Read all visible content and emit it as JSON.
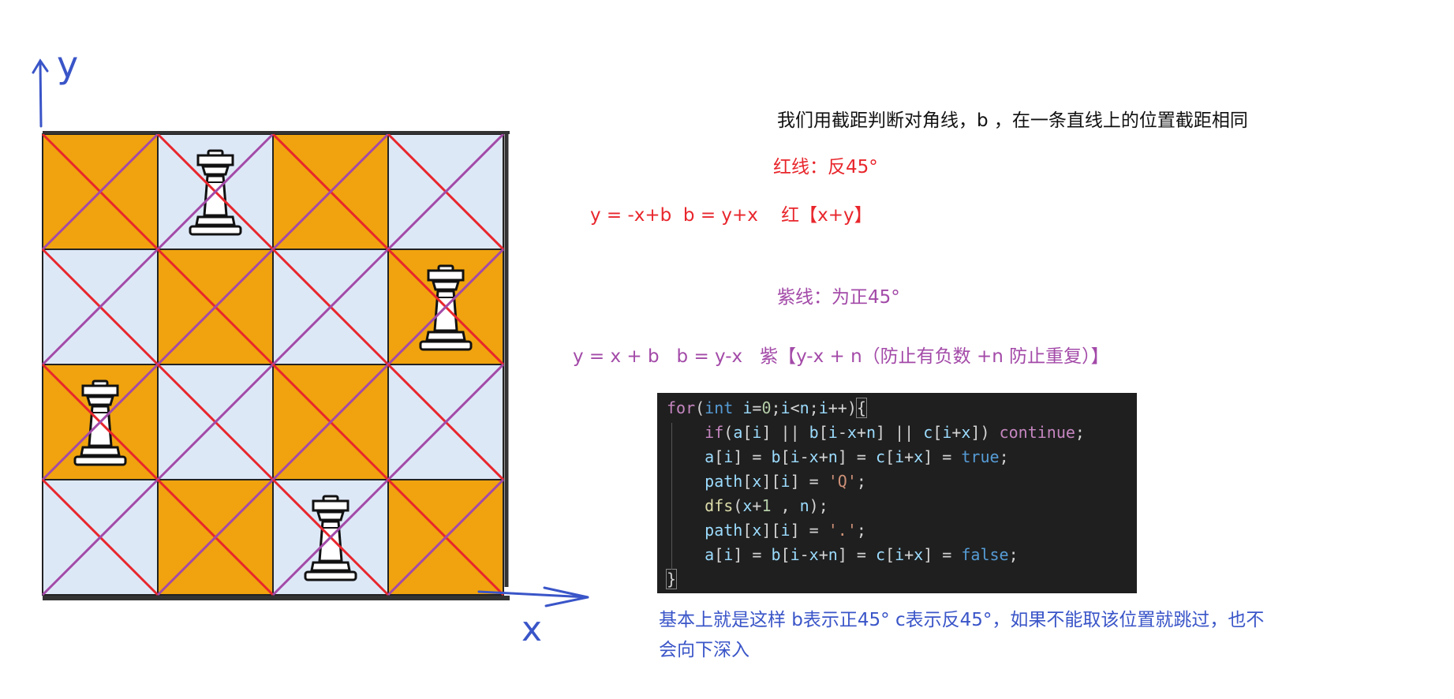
{
  "axes": {
    "y_label": "y",
    "x_label": "x"
  },
  "board": {
    "size": 4,
    "dark_color": "#f0a30e",
    "light_color": "#dde8f7",
    "queens": [
      {
        "row": 0,
        "col": 1
      },
      {
        "row": 1,
        "col": 3
      },
      {
        "row": 2,
        "col": 0
      },
      {
        "row": 3,
        "col": 2
      }
    ],
    "anti_diagonal_color": "#e8262c",
    "main_diagonal_color": "#a34aa8"
  },
  "notes": {
    "heading": "我们用截距判断对角线，b ，在一条直线上的位置截距相同",
    "red_title": "红线：反45°",
    "red_formula": "y = -x+b  b = y+x    红【x+y】",
    "purple_title": "紫线：为正45°",
    "purple_formula": "y = x + b   b = y-x   紫【y-x + n（防止有负数 +n 防止重复）】",
    "explanation": "基本上就是这样 b表示正45° c表示反45°，如果不能取该位置就跳过，也不会向下深入"
  },
  "code": {
    "lines": [
      [
        [
          "kw",
          "for"
        ],
        [
          "p",
          "("
        ],
        [
          "ty",
          "int"
        ],
        [
          "p",
          " "
        ],
        [
          "vr",
          "i"
        ],
        [
          "p",
          "="
        ],
        [
          "nm",
          "0"
        ],
        [
          "p",
          ";"
        ],
        [
          "vr",
          "i"
        ],
        [
          "p",
          "<"
        ],
        [
          "vr",
          "n"
        ],
        [
          "p",
          ";"
        ],
        [
          "vr",
          "i"
        ],
        [
          "p",
          "++)"
        ],
        [
          "br",
          "{"
        ]
      ],
      [
        [
          "p",
          "    "
        ],
        [
          "kw",
          "if"
        ],
        [
          "p",
          "("
        ],
        [
          "vr",
          "a"
        ],
        [
          "p",
          "["
        ],
        [
          "vr",
          "i"
        ],
        [
          "p",
          "] || "
        ],
        [
          "vr",
          "b"
        ],
        [
          "p",
          "["
        ],
        [
          "vr",
          "i"
        ],
        [
          "p",
          "-"
        ],
        [
          "vr",
          "x"
        ],
        [
          "p",
          "+"
        ],
        [
          "vr",
          "n"
        ],
        [
          "p",
          "] || "
        ],
        [
          "vr",
          "c"
        ],
        [
          "p",
          "["
        ],
        [
          "vr",
          "i"
        ],
        [
          "p",
          "+"
        ],
        [
          "vr",
          "x"
        ],
        [
          "p",
          "]) "
        ],
        [
          "kw",
          "continue"
        ],
        [
          "p",
          ";"
        ]
      ],
      [
        [
          "p",
          "    "
        ],
        [
          "vr",
          "a"
        ],
        [
          "p",
          "["
        ],
        [
          "vr",
          "i"
        ],
        [
          "p",
          "] = "
        ],
        [
          "vr",
          "b"
        ],
        [
          "p",
          "["
        ],
        [
          "vr",
          "i"
        ],
        [
          "p",
          "-"
        ],
        [
          "vr",
          "x"
        ],
        [
          "p",
          "+"
        ],
        [
          "vr",
          "n"
        ],
        [
          "p",
          "] = "
        ],
        [
          "vr",
          "c"
        ],
        [
          "p",
          "["
        ],
        [
          "vr",
          "i"
        ],
        [
          "p",
          "+"
        ],
        [
          "vr",
          "x"
        ],
        [
          "p",
          "] = "
        ],
        [
          "bl",
          "true"
        ],
        [
          "p",
          ";"
        ]
      ],
      [
        [
          "p",
          "    "
        ],
        [
          "vr",
          "path"
        ],
        [
          "p",
          "["
        ],
        [
          "vr",
          "x"
        ],
        [
          "p",
          "]["
        ],
        [
          "vr",
          "i"
        ],
        [
          "p",
          "] = "
        ],
        [
          "st",
          "'Q'"
        ],
        [
          "p",
          ";"
        ]
      ],
      [
        [
          "p",
          "    "
        ],
        [
          "fn",
          "dfs"
        ],
        [
          "p",
          "("
        ],
        [
          "vr",
          "x"
        ],
        [
          "p",
          "+"
        ],
        [
          "nm",
          "1"
        ],
        [
          "p",
          " , "
        ],
        [
          "vr",
          "n"
        ],
        [
          "p",
          ");"
        ]
      ],
      [
        [
          "p",
          "    "
        ],
        [
          "vr",
          "path"
        ],
        [
          "p",
          "["
        ],
        [
          "vr",
          "x"
        ],
        [
          "p",
          "]["
        ],
        [
          "vr",
          "i"
        ],
        [
          "p",
          "] = "
        ],
        [
          "st",
          "'.'"
        ],
        [
          "p",
          ";"
        ]
      ],
      [
        [
          "p",
          "    "
        ],
        [
          "vr",
          "a"
        ],
        [
          "p",
          "["
        ],
        [
          "vr",
          "i"
        ],
        [
          "p",
          "] = "
        ],
        [
          "vr",
          "b"
        ],
        [
          "p",
          "["
        ],
        [
          "vr",
          "i"
        ],
        [
          "p",
          "-"
        ],
        [
          "vr",
          "x"
        ],
        [
          "p",
          "+"
        ],
        [
          "vr",
          "n"
        ],
        [
          "p",
          "] = "
        ],
        [
          "vr",
          "c"
        ],
        [
          "p",
          "["
        ],
        [
          "vr",
          "i"
        ],
        [
          "p",
          "+"
        ],
        [
          "vr",
          "x"
        ],
        [
          "p",
          "] = "
        ],
        [
          "bl",
          "false"
        ],
        [
          "p",
          ";"
        ]
      ],
      [
        [
          "br",
          "}"
        ]
      ]
    ]
  }
}
